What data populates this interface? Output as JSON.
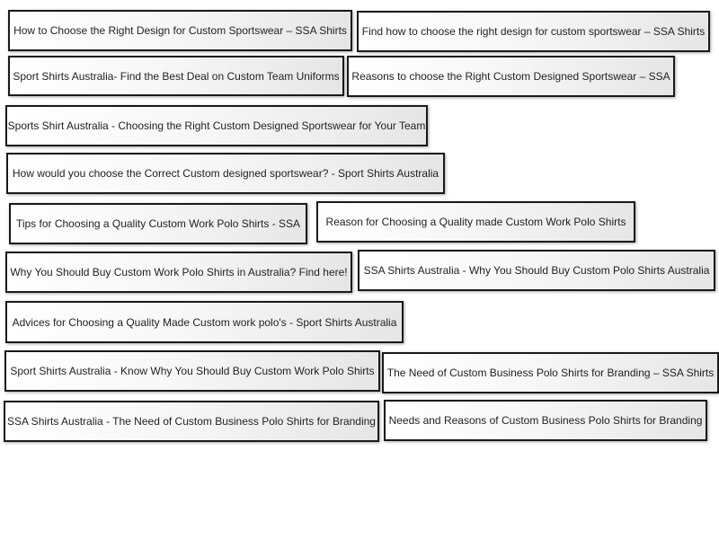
{
  "links": [
    "How to Choose the Right Design for Custom Sportswear – SSA Shirts",
    "Find how to choose the right design for custom sportswear – SSA Shirts",
    "Sport Shirts Australia- Find the Best Deal on Custom Team Uniforms",
    "Reasons to choose the Right Custom Designed Sportswear – SSA",
    "Sports Shirt Australia - Choosing the Right Custom Designed Sportswear for Your Team",
    "How would you choose the Correct Custom designed sportswear? - Sport Shirts Australia",
    "Tips for Choosing a Quality Custom Work Polo Shirts - SSA",
    "Reason for Choosing a Quality made Custom Work Polo Shirts",
    "Why You Should Buy Custom Work Polo Shirts in Australia? Find here!",
    "SSA Shirts Australia - Why You Should Buy Custom Polo Shirts Australia",
    "Advices for Choosing a Quality Made Custom work polo's - Sport Shirts Australia",
    "Sport Shirts Australia - Know Why You Should Buy Custom Work Polo Shirts",
    "The Need of Custom Business Polo Shirts for Branding – SSA Shirts",
    "SSA Shirts Australia - The Need of Custom Business Polo Shirts for Branding",
    "Needs and Reasons of Custom Business Polo Shirts for Branding"
  ]
}
